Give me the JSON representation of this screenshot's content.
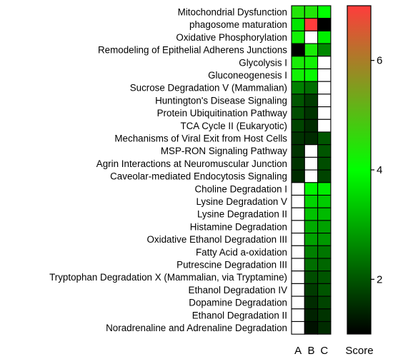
{
  "chart_data": {
    "type": "heatmap",
    "rows": [
      "Mitochondrial Dysfunction",
      "phagosome maturation",
      "Oxidative Phosphorylation",
      "Remodeling of Epithelial Adherens Junctions",
      "Glycolysis I",
      "Gluconeogenesis I",
      "Sucrose Degradation V (Mammalian)",
      "Huntington's Disease Signaling",
      "Protein Ubiquitination Pathway",
      "TCA Cycle II (Eukaryotic)",
      "Mechanisms of Viral Exit from Host Cells",
      "MSP-RON Signaling Pathway",
      "Agrin Interactions at Neuromuscular Junction",
      "Caveolar-mediated Endocytosis Signaling",
      "Choline Degradation I",
      "Lysine Degradation V",
      "Lysine Degradation II",
      "Histamine Degradation",
      "Oxidative Ethanol Degradation III",
      "Fatty Acid a-oxidation",
      "Putrescine Degradation III",
      "Tryptophan Degradation X (Mammalian, via Tryptamine)",
      "Ethanol Degradation IV",
      "Dopamine Degradation",
      "Ethanol Degradation II",
      "Noradrenaline and Adrenaline Degradation"
    ],
    "columns": [
      "A",
      "B",
      "C"
    ],
    "values": [
      [
        4.4,
        4.4,
        4.0
      ],
      [
        3.7,
        7.0,
        1.0
      ],
      [
        4.2,
        null,
        3.8
      ],
      [
        1.0,
        4.3,
        2.6
      ],
      [
        4.3,
        4.2,
        null
      ],
      [
        4.2,
        4.1,
        null
      ],
      [
        2.5,
        2.3,
        null
      ],
      [
        2.0,
        1.7,
        null
      ],
      [
        1.9,
        1.6,
        null
      ],
      [
        1.8,
        1.5,
        null
      ],
      [
        1.6,
        1.5,
        2.0
      ],
      [
        1.6,
        null,
        2.0
      ],
      [
        1.6,
        null,
        1.9
      ],
      [
        1.5,
        null,
        1.8
      ],
      [
        null,
        3.9,
        3.8
      ],
      [
        null,
        3.5,
        3.4
      ],
      [
        null,
        3.3,
        3.2
      ],
      [
        null,
        3.0,
        2.9
      ],
      [
        null,
        2.9,
        2.8
      ],
      [
        null,
        2.5,
        2.4
      ],
      [
        null,
        2.3,
        2.2
      ],
      [
        null,
        1.9,
        2.0
      ],
      [
        null,
        1.7,
        2.0
      ],
      [
        null,
        1.5,
        1.8
      ],
      [
        null,
        1.4,
        1.6
      ],
      [
        null,
        1.2,
        1.5
      ]
    ],
    "colorbar": {
      "label": "Score",
      "range": [
        1,
        7
      ],
      "ticks": [
        2,
        4,
        6
      ],
      "colors": [
        "#000000",
        "#00ff00",
        "#ff3c3c"
      ],
      "missing_color": "#ffffff"
    }
  }
}
